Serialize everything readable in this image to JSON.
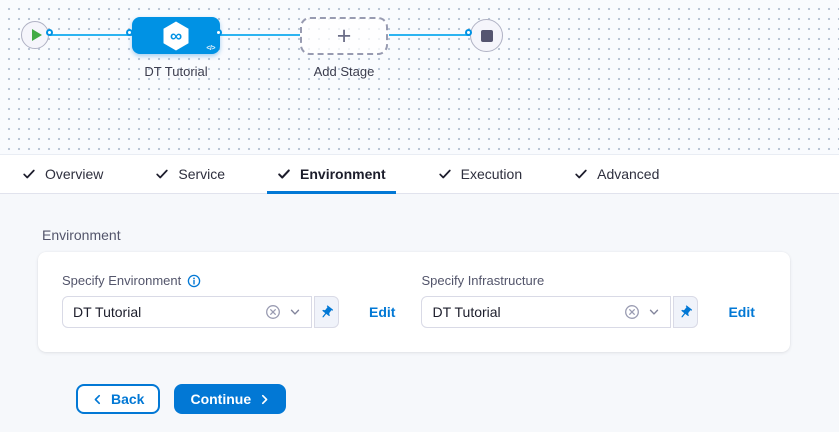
{
  "pipeline": {
    "stage": {
      "label": "DT Tutorial",
      "code_badge": "</>"
    },
    "add_stage": {
      "label": "Add Stage"
    }
  },
  "icons": {
    "plus": "+",
    "infinity": "∞"
  },
  "tabs": [
    {
      "label": "Overview",
      "checked": true,
      "active": false
    },
    {
      "label": "Service",
      "checked": true,
      "active": false
    },
    {
      "label": "Environment",
      "checked": true,
      "active": true
    },
    {
      "label": "Execution",
      "checked": true,
      "active": false
    },
    {
      "label": "Advanced",
      "checked": true,
      "active": false
    }
  ],
  "environment_section": {
    "title": "Environment",
    "fields": [
      {
        "label": "Specify Environment",
        "value": "DT Tutorial",
        "edit": "Edit",
        "has_info": true
      },
      {
        "label": "Specify Infrastructure",
        "value": "DT Tutorial",
        "edit": "Edit",
        "has_info": false
      }
    ]
  },
  "footer": {
    "back": "Back",
    "continue": "Continue"
  },
  "colors": {
    "primary": "#0278d5",
    "node_blue": "#0092e4",
    "connector": "#2cb4f1",
    "success_green": "#42ab45",
    "content_bg": "#f6f8fb"
  }
}
